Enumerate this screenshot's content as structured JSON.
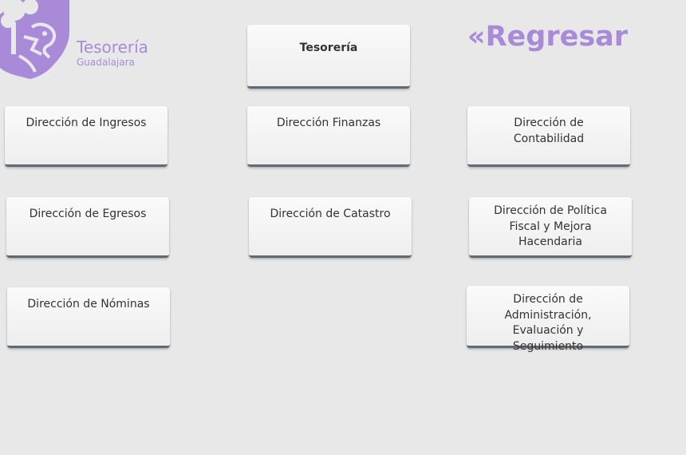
{
  "logo": {
    "title": "Tesorería",
    "subtitle": "Guadalajara",
    "icon": "guadalajara-lion-tree-emblem",
    "color": "#a98ad8"
  },
  "nav": {
    "back_label": "«Regresar"
  },
  "buttons": {
    "tesoreria": "Tesorería",
    "ingresos": "Dirección de Ingresos",
    "finanzas": "Dirección Finanzas",
    "contabilidad": "Dirección de Contabilidad",
    "egresos": "Dirección de Egresos",
    "catastro": "Dirección de Catastro",
    "politica_fiscal": "Dirección de Política Fiscal y Mejora Hacendaria",
    "nominas": "Dirección de Nóminas",
    "administracion": "Dirección de Administración, Evaluación y Seguimiento"
  },
  "colors": {
    "background": "#e8e8e9",
    "accent": "#a98ad8",
    "button_border": "#5f6a75"
  }
}
